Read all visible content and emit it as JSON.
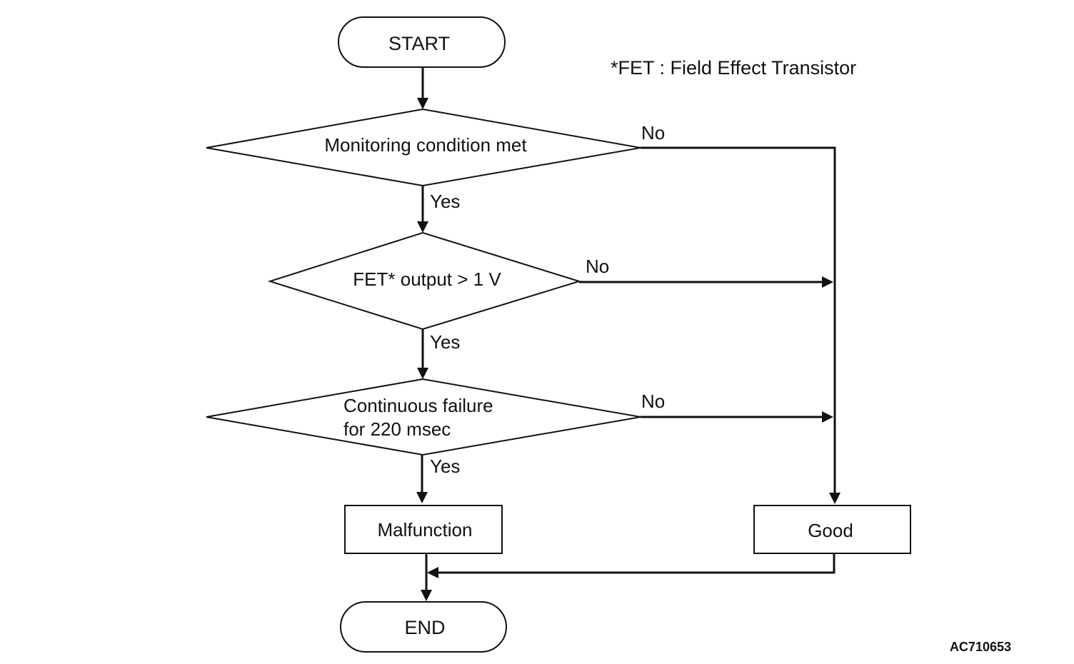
{
  "diagram": {
    "start": "START",
    "end": "END",
    "footnote": "*FET : Field Effect Transistor",
    "decision1": "Monitoring condition met",
    "decision2": "FET* output > 1 V",
    "decision3_line1": "Continuous failure",
    "decision3_line2": "for 220 msec",
    "malfunction": "Malfunction",
    "good": "Good",
    "yes_label": "Yes",
    "no_label": "No",
    "figure_code": "AC710653"
  }
}
